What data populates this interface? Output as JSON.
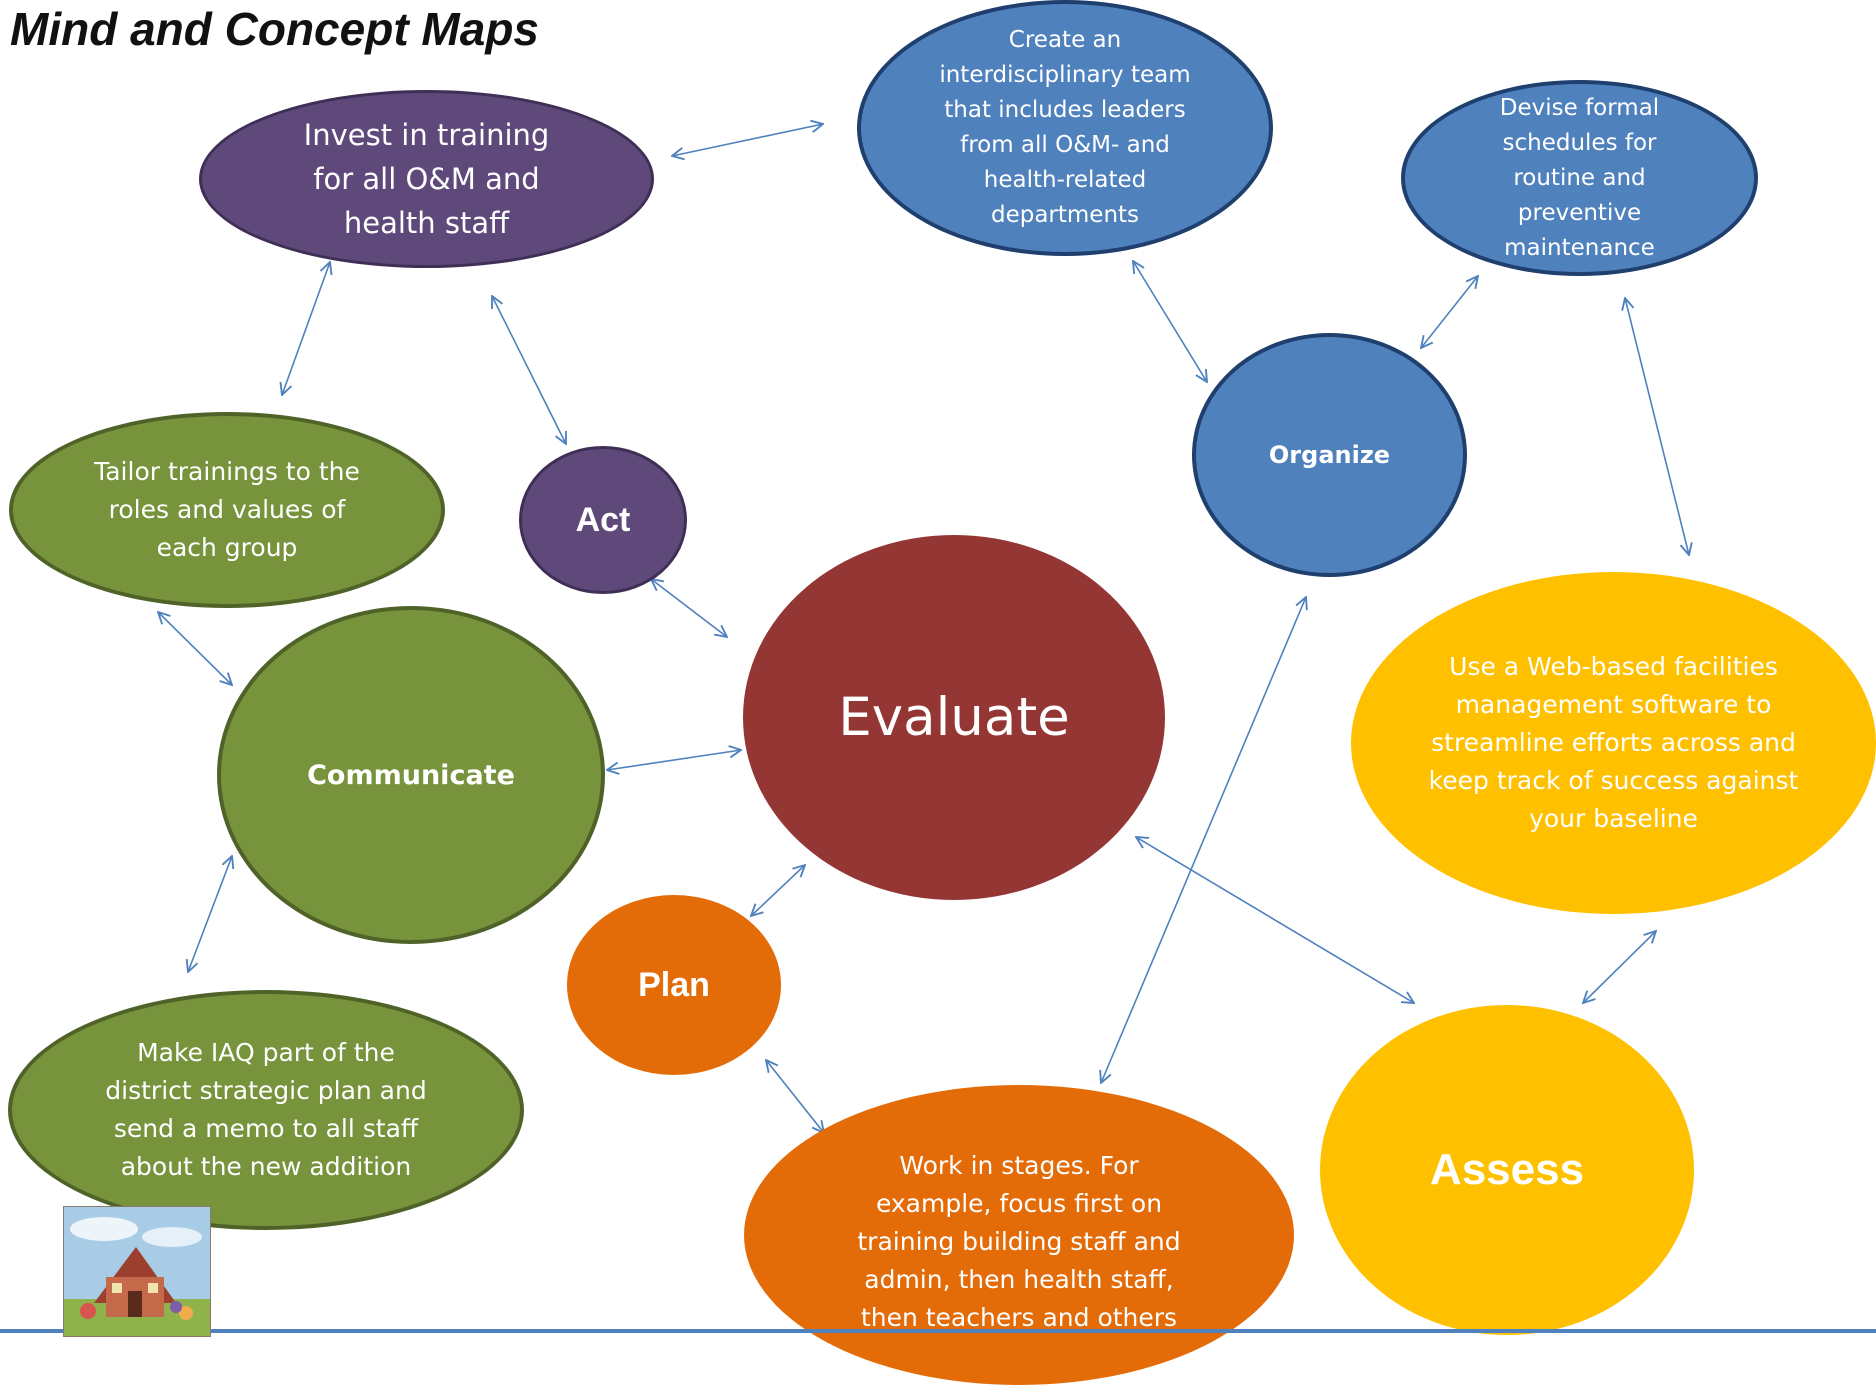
{
  "title": "Mind and Concept Maps",
  "colors": {
    "purple": "#5f497a",
    "blue": "#4f81bd",
    "green": "#77933c",
    "maroon": "#943634",
    "orange": "#e36c09",
    "yellow": "#ffc000",
    "arrow": "#4f81bd"
  },
  "nodes": {
    "invest_training": "Invest in training for all O&M and health staff",
    "act": "Act",
    "tailor_trainings": "Tailor trainings to the roles and values of each group",
    "communicate": "Communicate",
    "make_iaq": "Make IAQ part of the district strategic plan and send a memo to all staff about the new addition",
    "evaluate": "Evaluate",
    "plan": "Plan",
    "work_in_stages": "Work in stages. For example, focus first on training building staff and admin, then health staff, then teachers and others",
    "create_team": "Create an interdisciplinary team that includes leaders from  all O&M- and health-related departments",
    "organize": "Organize",
    "devise_schedules": "Devise formal schedules for routine and preventive maintenance",
    "use_web": "Use a Web-based facilities management software to streamline efforts across and keep track of success against your baseline",
    "assess": "Assess"
  },
  "logo_icon": "school-illustration-icon"
}
